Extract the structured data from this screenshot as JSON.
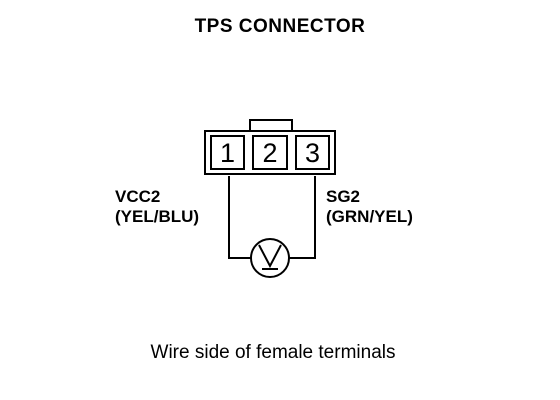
{
  "title": "TPS CONNECTOR",
  "connector": {
    "pins": [
      "1",
      "2",
      "3"
    ]
  },
  "left_wire": {
    "name": "VCC2",
    "color": "(YEL/BLU)"
  },
  "right_wire": {
    "name": "SG2",
    "color": "(GRN/YEL)"
  },
  "meter_symbol": "V",
  "caption": "Wire side of female terminals"
}
